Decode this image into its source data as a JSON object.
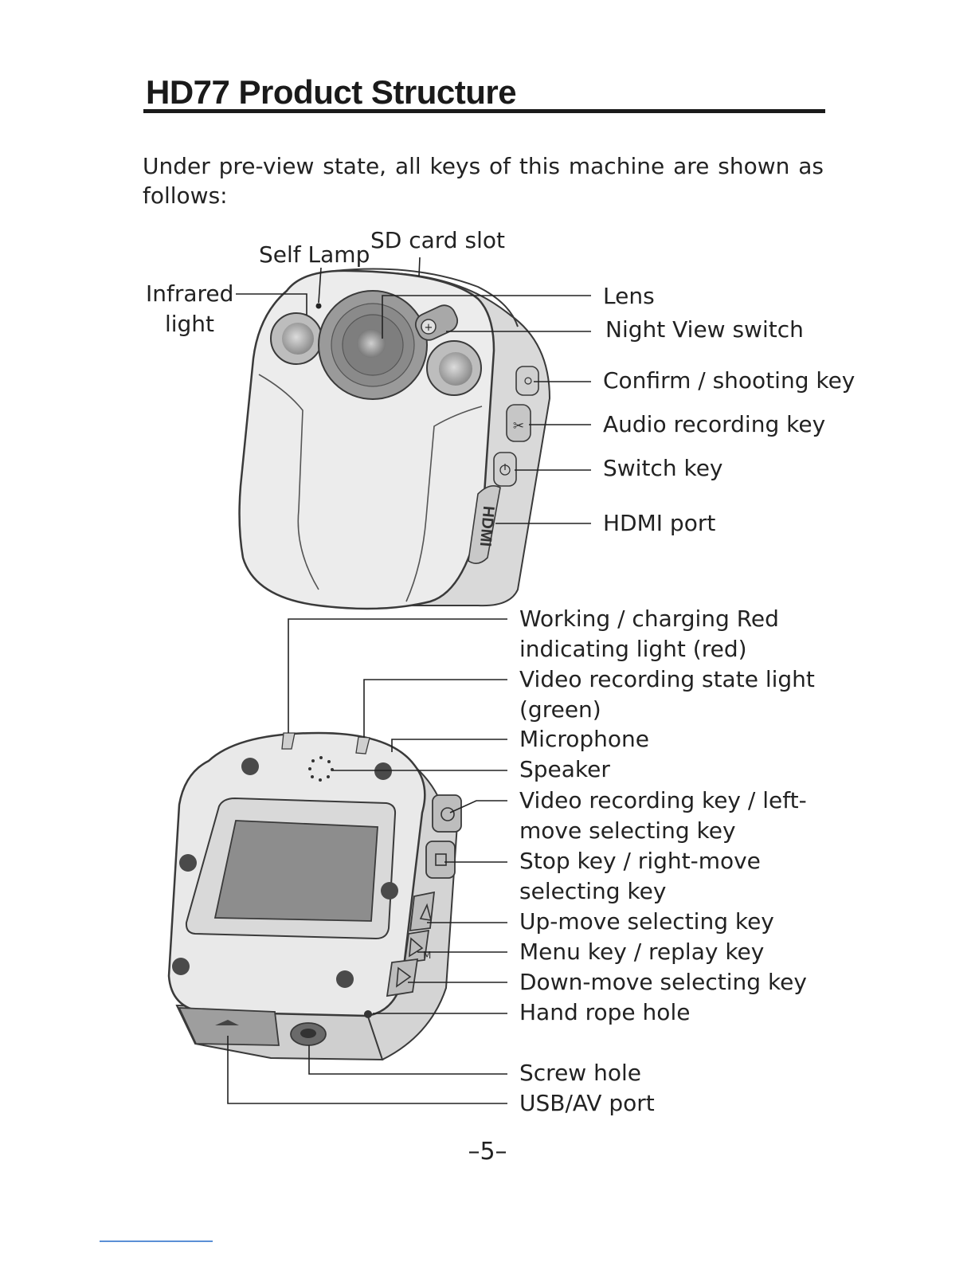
{
  "page": {
    "title": "HD77 Product Structure",
    "intro": "Under pre-view state, all keys of this machine are shown as follows:",
    "page_number": "–5–"
  },
  "front_view": {
    "labels": {
      "self_lamp": "Self Lamp",
      "sd_card_slot": "SD card slot",
      "infrared_light": "Infrared\nlight",
      "lens": "Lens",
      "night_view_switch": "Night View switch",
      "confirm_key": "Confirm / shooting key",
      "audio_key": "Audio recording key",
      "switch_key": "Switch key",
      "hdmi_port": "HDMI port"
    },
    "hdmi_text": "HDMI"
  },
  "back_view": {
    "labels": {
      "working_light": "Working / charging Red\nindicating light (red)",
      "video_state_light": "Video recording state light\n(green)",
      "microphone": "Microphone",
      "speaker": "Speaker",
      "video_key": "Video recording key / left-\nmove selecting key",
      "stop_key": "Stop key / right-move\nselecting key",
      "up_key": "Up-move selecting key",
      "menu_key": "Menu key / replay key",
      "down_key": "Down-move selecting key",
      "hand_rope_hole": "Hand rope hole",
      "screw_hole": "Screw hole",
      "usb_av_port": "USB/AV port"
    },
    "menu_glyph": "M"
  }
}
